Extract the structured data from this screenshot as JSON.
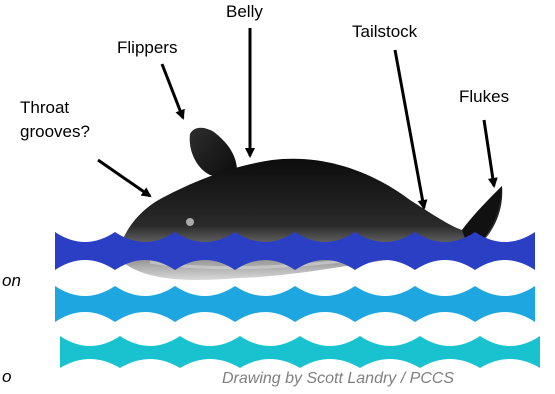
{
  "labels": {
    "belly": "Belly",
    "flippers": "Flippers",
    "tailstock": "Tailstock",
    "flukes": "Flukes",
    "throat_line1": "Throat",
    "throat_line2": "grooves?"
  },
  "partial_text": {
    "fragment_1": "on",
    "fragment_2": "o"
  },
  "credit": "Drawing by Scott Landry / PCCS",
  "colors": {
    "wave_top": "#2b3fc4",
    "wave_middle": "#1da6e0",
    "wave_bottom": "#19c2cf",
    "whale_body": "#111111",
    "credit_text": "#7f7f7f"
  },
  "icons": {
    "whale": "whale-illustration",
    "waves": "wave-band"
  }
}
